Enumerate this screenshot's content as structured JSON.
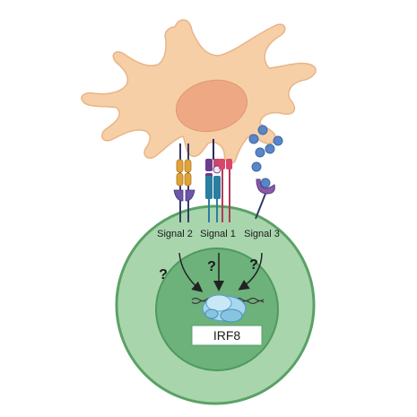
{
  "signals": [
    {
      "label": "Signal 2"
    },
    {
      "label": "Signal 1"
    },
    {
      "label": "Signal 3"
    }
  ],
  "question_mark": "?",
  "nucleus_box_label": "IRF8",
  "colors": {
    "dendritic_cell": "#f6cfa7",
    "dendritic_cell_stroke": "#e9b487",
    "dc_nucleus": "#eea883",
    "t_cell_outer": "#a9d5ad",
    "t_cell_border": "#5aa166",
    "t_cell_nucleus": "#6db17b",
    "cytokine": "#5a86c8"
  }
}
